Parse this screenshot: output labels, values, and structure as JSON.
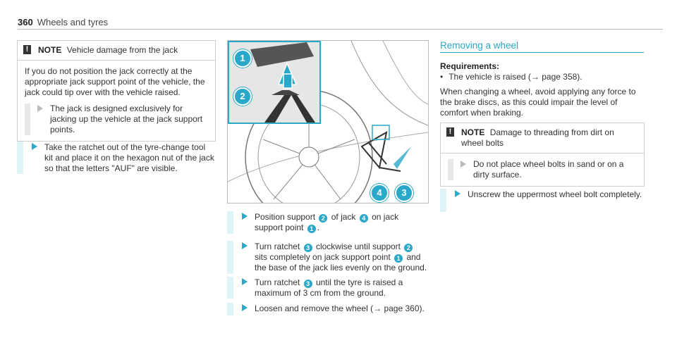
{
  "header": {
    "page_number": "360",
    "title": "Wheels and tyres"
  },
  "left_note": {
    "label": "NOTE",
    "heading": "Vehicle damage from the jack",
    "body": "If you do not position the jack correctly at the appropriate jack support point of the vehicle, the jack could tip over with the vehicle raised.",
    "bullet": "The jack is designed exclusively for jacking up the vehicle at the jack support points."
  },
  "left_step": {
    "text": "Take the ratchet out of the tyre-change tool kit and place it on the hexagon nut of the jack so that the letters \"AUF\" are visible."
  },
  "figure": {
    "callouts": [
      "1",
      "2",
      "4",
      "3"
    ]
  },
  "middle_steps": [
    {
      "a": "Position support",
      "n1": "2",
      "b": "of jack",
      "n2": "4",
      "c": "on jack support point",
      "n3": "1",
      "d": "."
    },
    {
      "a": "Turn ratchet",
      "n1": "3",
      "b": "clockwise until support",
      "n2": "2",
      "c": "sits completely on jack support point",
      "n3": "1",
      "d": "and the base of the jack lies evenly on the ground."
    },
    {
      "a": "Turn ratchet",
      "n1": "3",
      "b": "until the tyre is raised a maximum of 3 cm from the ground."
    },
    {
      "a": "Loosen and remove the wheel (",
      "arrow": "→",
      "b": "page 360)."
    }
  ],
  "right": {
    "section_title": "Removing a wheel",
    "requirements_label": "Requirements:",
    "requirement": "The vehicle is raised (→ page 358).",
    "paragraph": "When changing a wheel, avoid applying any force to the brake discs, as this could impair the level of comfort when braking.",
    "note_label": "NOTE",
    "note_heading": "Damage to threading from dirt on wheel bolts",
    "note_bullet": "Do not place wheel bolts in sand or on a dirty surface.",
    "step": "Unscrew the uppermost wheel bolt completely."
  },
  "colors": {
    "accent": "#2aa8c9"
  }
}
